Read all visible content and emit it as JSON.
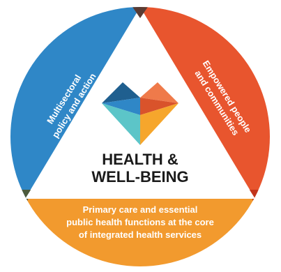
{
  "diagram": {
    "center_title": [
      "HEALTH &",
      "WELL-BEING"
    ],
    "segments": [
      {
        "id": "left",
        "label_lines": [
          "Multisectoral",
          "policy and action"
        ],
        "color": "#2f87c7"
      },
      {
        "id": "right",
        "label_lines": [
          "Empowered people",
          "and communities"
        ],
        "color": "#e8552e"
      },
      {
        "id": "bottom",
        "label_lines": [
          "Primary care and essential",
          "public health functions at the core",
          "of integrated health services"
        ],
        "color": "#f29a2e"
      }
    ],
    "heart_colors": {
      "top_left": "#1f5f8f",
      "top_right": "#ef7a4a",
      "mid_left": "#2f87c7",
      "mid_right": "#d9532b",
      "bottom_left": "#5cc5c8",
      "bottom_right": "#f6a62c"
    }
  }
}
